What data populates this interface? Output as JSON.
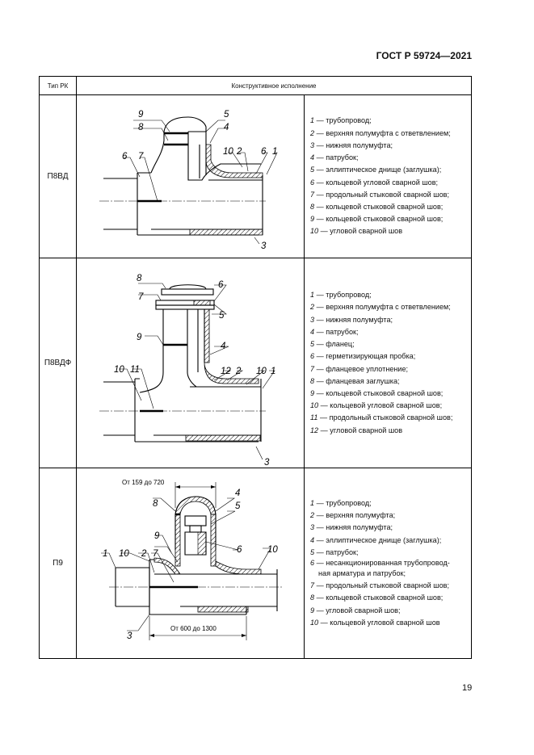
{
  "header": {
    "doc_code": "ГОСТ Р 59724—2021"
  },
  "table": {
    "col_type": "Тип РК",
    "col_design": "Конструктивное исполнение",
    "rows": [
      {
        "type": "П8ВД",
        "labels": [
          "1",
          "2",
          "3",
          "4",
          "5",
          "6",
          "7",
          "8",
          "9",
          "10"
        ],
        "legend": [
          {
            "num": "1",
            "text": " — трубопровод;"
          },
          {
            "num": "2",
            "text": " — верхняя полумуфта с ответвлением;"
          },
          {
            "num": "3",
            "text": " — нижняя полумуфта;"
          },
          {
            "num": "4",
            "text": " — патрубок;"
          },
          {
            "num": "5",
            "text": " — эллиптическое днище (заглушка);"
          },
          {
            "num": "6",
            "text": " — кольцевой угловой сварной шов;"
          },
          {
            "num": "7",
            "text": " — продольный стыковой сварной шов;"
          },
          {
            "num": "8",
            "text": " — кольцевой стыковой сварной шов;"
          },
          {
            "num": "9",
            "text": " — кольцевой стыковой сварной шов;"
          },
          {
            "num": "10",
            "text": " — угловой сварной шов"
          }
        ]
      },
      {
        "type": "П8ВДФ",
        "labels": [
          "1",
          "2",
          "3",
          "4",
          "5",
          "6",
          "7",
          "8",
          "9",
          "10",
          "11",
          "12"
        ],
        "legend": [
          {
            "num": "1",
            "text": " — трубопровод;"
          },
          {
            "num": "2",
            "text": " — верхняя полумуфта с ответвлением;"
          },
          {
            "num": "3",
            "text": " — нижняя полумуфта;"
          },
          {
            "num": "4",
            "text": " — патрубок;"
          },
          {
            "num": "5",
            "text": " — фланец;"
          },
          {
            "num": "6",
            "text": " — герметизирующая пробка;"
          },
          {
            "num": "7",
            "text": " — фланцевое уплотнение;"
          },
          {
            "num": "8",
            "text": " — фланцевая заглушка;"
          },
          {
            "num": "9",
            "text": " — кольцевой стыковой сварной шов;"
          },
          {
            "num": "10",
            "text": " — кольцевой угловой сварной шов;"
          },
          {
            "num": "11",
            "text": " — продольный стыковой сварной шов;"
          },
          {
            "num": "12",
            "text": " — угловой сварной шов"
          }
        ]
      },
      {
        "type": "П9",
        "labels": [
          "1",
          "2",
          "3",
          "4",
          "5",
          "6",
          "7",
          "8",
          "9",
          "10"
        ],
        "dim_top": "От 159 до 720",
        "dim_bottom": "От 600 до 1300",
        "legend": [
          {
            "num": "1",
            "text": " — трубопровод;"
          },
          {
            "num": "2",
            "text": " — верхняя полумуфта;"
          },
          {
            "num": "3",
            "text": " — нижняя полумуфта;"
          },
          {
            "num": "4",
            "text": " — эллиптическое днище (заглушка);"
          },
          {
            "num": "5",
            "text": " — патрубок;"
          },
          {
            "num": "6",
            "text": " — несанкционированная трубопровод-"
          },
          {
            "num": "",
            "text": "ная арматура и патрубок;"
          },
          {
            "num": "7",
            "text": " — продольный стыковой сварной шов;"
          },
          {
            "num": "8",
            "text": " — кольцевой стыковой сварной шов;"
          },
          {
            "num": "9",
            "text": " — угловой сварной шов;"
          },
          {
            "num": "10",
            "text": " — кольцевой угловой сварной шов"
          }
        ]
      }
    ]
  },
  "footer": {
    "page_number": "19"
  }
}
